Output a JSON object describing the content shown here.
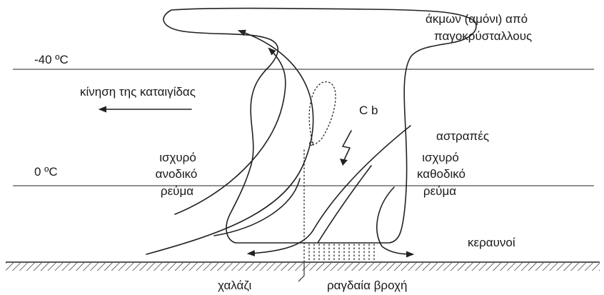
{
  "labels": {
    "anvil_line1": "άκμων (αμόνι) από",
    "anvil_line2": "παγοκρύσταλλους",
    "temp_minus40": "-40 ºC",
    "temp_zero": "0 ºC",
    "storm_motion": "κίνηση της καταιγίδας",
    "cb": "C b",
    "lightning": "αστραπές",
    "updraft_line1": "ισχυρό",
    "updraft_line2": "ανοδικό",
    "updraft_line3": "ρεύμα",
    "downdraft_line1": "ισχυρό",
    "downdraft_line2": "καθοδικό",
    "downdraft_line3": "ρεύμα",
    "thunder": "κεραυνοί",
    "hail": "χαλάζι",
    "heavy_rain": "ραγδαία βροχή"
  },
  "colors": {
    "ink": "#222222",
    "background": "#ffffff"
  }
}
